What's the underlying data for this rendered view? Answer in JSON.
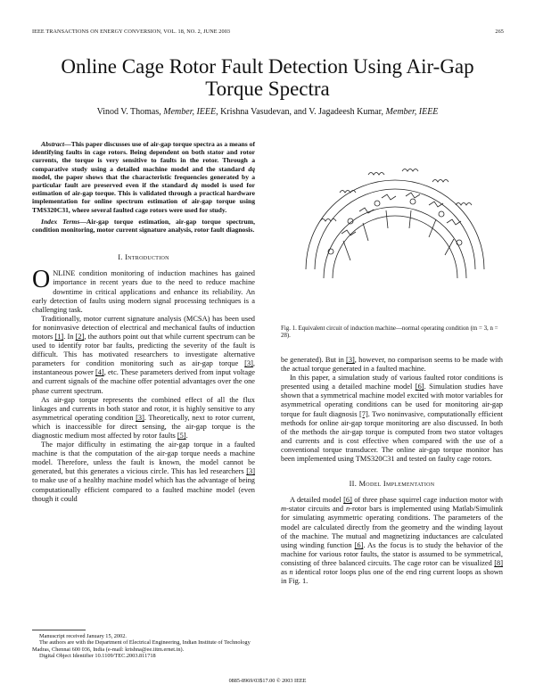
{
  "header": {
    "journal": "IEEE TRANSACTIONS ON ENERGY CONVERSION, VOL. 18, NO. 2, JUNE 2003",
    "page_number": "265"
  },
  "title": {
    "line1": "Online Cage Rotor Fault Detection Using Air-Gap",
    "line2": "Torque Spectra"
  },
  "authors": {
    "a1": "Vinod V. Thomas, ",
    "a1_role": "Member, IEEE",
    "a2": ", Krishna Vasudevan, and V. Jagadeesh Kumar, ",
    "a3_role": "Member, IEEE"
  },
  "abstract": {
    "lead": "Abstract",
    "text1": "—This paper discusses use of air-gap torque spectra as a means of identifying faults in cage rotors. Being dependent on both stator and rotor currents, the torque is very sensitive to faults in the rotor. Through a comparative study using a detailed machine model and the standard ",
    "dq": "dq",
    "text2": " model, the paper shows that the characteristic frequencies generated by a particular fault are preserved even if the standard ",
    "dq2": "dq",
    "text3": " model is used for estimation of air-gap torque. This is validated through a practical hardware implementation for online spectrum estimation of air-gap torque using TMS320C31, where several faulted cage rotors were used for study."
  },
  "index_terms": {
    "lead": "Index Terms",
    "text": "—Air-gap torque estimation, air-gap torque spectrum, condition monitoring, motor current signature analysis, rotor fault diagnosis."
  },
  "sections": {
    "s1_num": "I. ",
    "s1_title": "Introduction",
    "s2_num": "II. ",
    "s2_title": "Model Implementation"
  },
  "left_body": {
    "dropcap": "O",
    "p1": "NLINE condition monitoring of induction machines has gained importance in recent years due to the need to reduce machine downtime in critical applications and enhance its reliability. An early detection of faults using modern signal processing techniques is a challenging task.",
    "p2a": "Traditionally, motor current signature analysis (MCSA) has been used for noninvasive detection of electrical and mechanical faults of induction motors ",
    "r1": "[1]",
    "p2b": ". In ",
    "r2": "[2]",
    "p2c": ", the authors point out that while current spectrum can be used to identify rotor bar faults, predicting the severity of the fault is difficult. This has motivated researchers to investigate alternative parameters for condition monitoring such as air-gap torque ",
    "r3": "[3]",
    "p2d": ", instantaneous power ",
    "r4": "[4]",
    "p2e": ", etc. These parameters derived from input voltage and current signals of the machine offer potential advantages over the one phase current spectrum.",
    "p3a": "As air-gap torque represents the combined effect of all the flux linkages and currents in both stator and rotor, it is highly sensitive to any asymmetrical operating condition ",
    "r5": "[3]",
    "p3b": ". Theoretically, next to rotor current, which is inaccessible for direct sensing, the air-gap torque is the diagnostic medium most affected by rotor faults ",
    "r6": "[5]",
    "p3c": ".",
    "p4a": "The major difficulty in estimating the air-gap torque in a faulted machine is that the computation of the air-gap torque needs a machine model. Therefore, unless the fault is known, the model cannot be generated, but this generates a vicious circle. This has led researchers ",
    "r7": "[3]",
    "p4b": " to make use of a healthy machine model which has the advantage of being computationally efficient compared to a faulted machine model (even though it could"
  },
  "footnote": {
    "f1": "Manuscript received January 15, 2002.",
    "f2": "The authors are with the Department of Electrical Engineering, Indian Institute of Technology Madras, Chennai 600 036, India (e-mail: krishna@ee.iitm.ernet.in).",
    "f3": "Digital Object Identifier 10.1109/TEC.2003.811718"
  },
  "figure": {
    "caption": "Fig. 1.   Equivalent circuit of induction machine—normal operating condition (m = 3, n = 28)."
  },
  "right_body": {
    "p1a": "be generated). But in ",
    "r1": "[3]",
    "p1b": ", however, no comparison seems to be made with the actual torque generated in a faulted machine.",
    "p2a": "In this paper, a simulation study of various faulted rotor conditions is presented using a detailed machine model ",
    "r2": "[6]",
    "p2b": ". Simulation studies have shown that a symmetrical machine model excited with motor variables for asymmetrical operating conditions can be used for monitoring air-gap torque for fault diagnosis ",
    "r3": "[7]",
    "p2c": ". Two noninvasive, computationally efficient methods for online air-gap torque monitoring are also discussed. In both of the methods the air-gap torque is computed from two stator voltages and currents and is cost effective when compared with the use of a conventional torque transducer. The online air-gap torque monitor has been implemented using TMS320C31 and tested on faulty cage rotors.",
    "p3a": "A detailed model ",
    "r4": "[6]",
    "p3b": " of three phase squirrel cage induction motor with ",
    "m": "m",
    "p3c": "-stator circuits and ",
    "n": "n",
    "p3d": "-rotor bars is implemented using Matlab/Simulink for simulating asymmetric operating conditions. The parameters of the model are calculated directly from the geometry and the winding layout of the machine. The mutual and magnetizing inductances are calculated using winding function ",
    "r5": "[6]",
    "p3e": ". As the focus is to study the behavior of the machine for various rotor faults, the stator is assumed to be symmetrical, consisting of three balanced circuits. The cage rotor can be visualized ",
    "r6": "[8]",
    "p3f": " as ",
    "n2": "n",
    "p3g": " identical rotor loops plus one of the end ring current loops as shown in Fig. 1."
  },
  "copyright": "0885-8969/03$17.00 © 2003 IEEE"
}
